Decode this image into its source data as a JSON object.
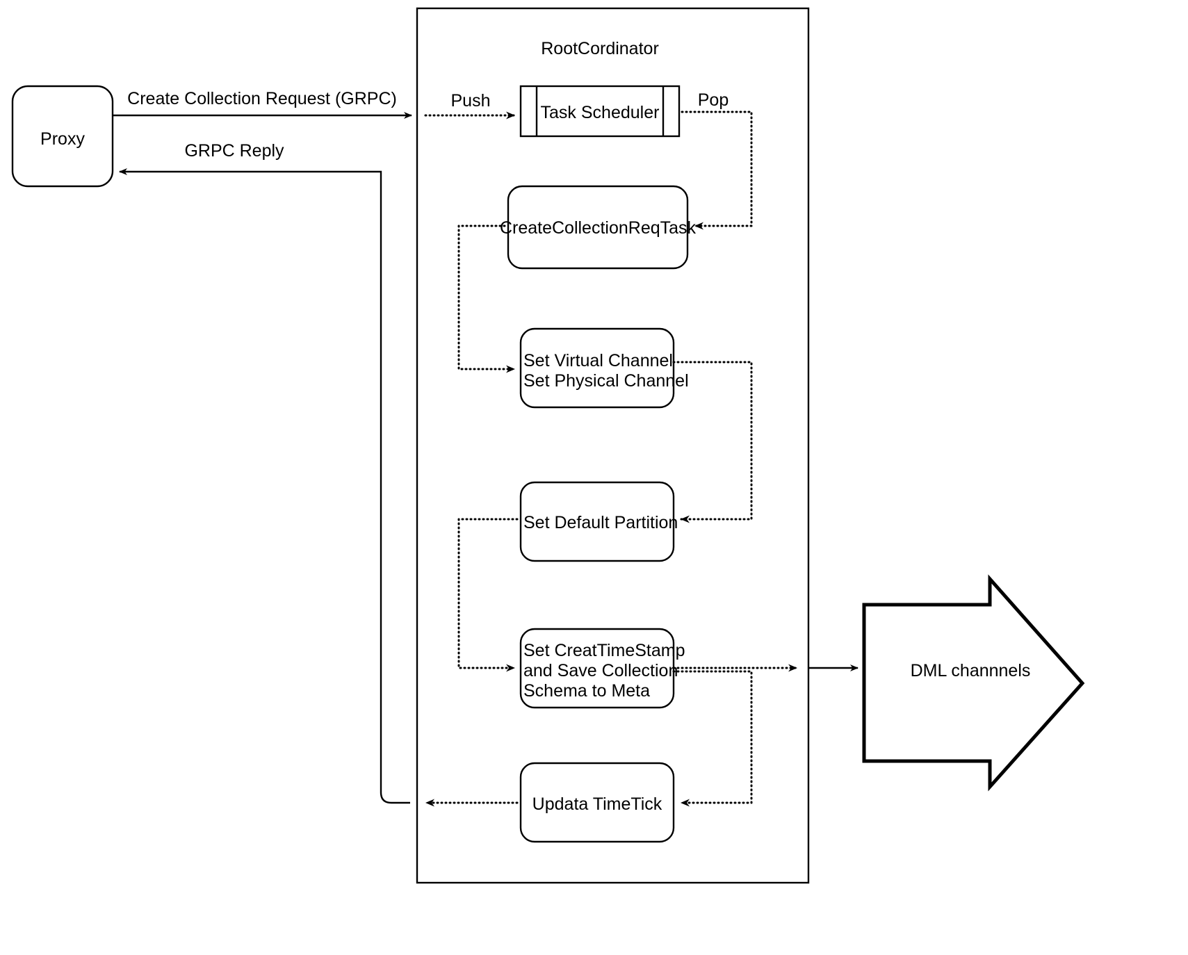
{
  "diagram": {
    "title_text": "RootCordinator",
    "nodes": {
      "proxy": {
        "label": "Proxy",
        "shape": "rounded-rect"
      },
      "container": {
        "label": "RootCordinator",
        "shape": "rect"
      },
      "task_scheduler": {
        "label": "Task Scheduler",
        "shape": "queue"
      },
      "create_collection_req_task": {
        "label": "CreateCollectionReqTask",
        "shape": "rounded-rect"
      },
      "set_channels": {
        "line1": "Set Virtual Channel",
        "line2": "Set Physical Channel",
        "shape": "rounded-rect"
      },
      "set_default_partition": {
        "label": "Set Default Partition",
        "shape": "rounded-rect"
      },
      "set_create_timestamp": {
        "line1": "Set CreatTimeStamp",
        "line2": "and Save Collection",
        "line3": "Schema to Meta",
        "shape": "rounded-rect"
      },
      "updata_timetick": {
        "label": "Updata TimeTick",
        "shape": "rounded-rect"
      },
      "dml_channels": {
        "label": "DML channnels",
        "shape": "block-arrow"
      }
    },
    "edge_labels": {
      "create_collection_request": "Create Collection Request (GRPC)",
      "grpc_reply": "GRPC Reply",
      "push": "Push",
      "pop": "Pop"
    },
    "colors": {
      "stroke": "#000000",
      "fill": "#ffffff",
      "background": "#ffffff"
    }
  }
}
